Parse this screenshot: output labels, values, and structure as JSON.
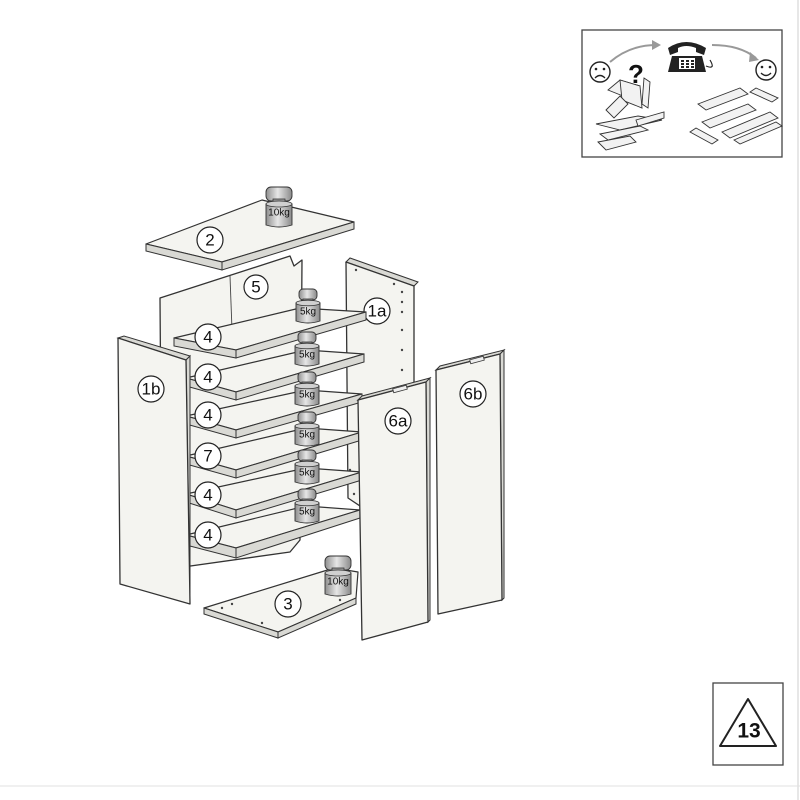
{
  "help_panel": {
    "icons": [
      "sad-face-icon",
      "question-mark-icon",
      "telephone-icon",
      "happy-face-icon"
    ],
    "question_mark": "?"
  },
  "parts": {
    "top": "2",
    "back": "5",
    "bottom": "3",
    "side_right": "1a",
    "side_left": "1b",
    "door_left": "6a",
    "door_right": "6b",
    "shelf_1": "4",
    "shelf_2": "4",
    "shelf_3": "4",
    "shelf_4": "7",
    "shelf_5": "4",
    "shelf_6": "4"
  },
  "weights": {
    "top": "10kg",
    "shelf_1": "5kg",
    "shelf_2": "5kg",
    "shelf_3": "5kg",
    "shelf_4": "5kg",
    "shelf_5": "5kg",
    "shelf_6": "5kg",
    "bottom": "10kg"
  },
  "step_number": "13",
  "colors": {
    "line": "#333333",
    "panel": "#f4f4f0",
    "weight": "#b8b8b8"
  }
}
